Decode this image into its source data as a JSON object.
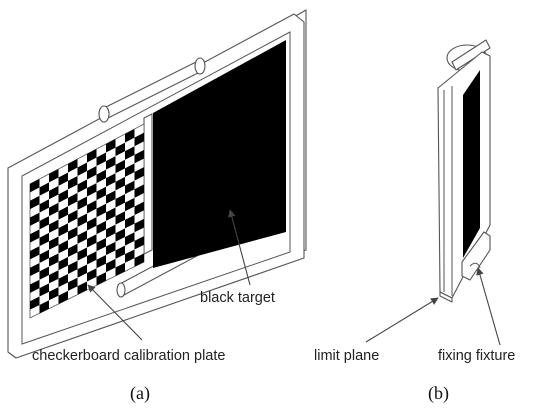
{
  "labels": {
    "black_target": "black target",
    "checkerboard": "checkerboard calibration plate",
    "limit_plane": "limit plane",
    "fixing_fixture": "fixing fixture"
  },
  "captions": {
    "a": "(a)",
    "b": "(b)"
  },
  "colors": {
    "stroke": "#555555",
    "target": "#000000",
    "background": "#ffffff"
  },
  "checkerboard": {
    "columns": 12,
    "rows": 16
  }
}
